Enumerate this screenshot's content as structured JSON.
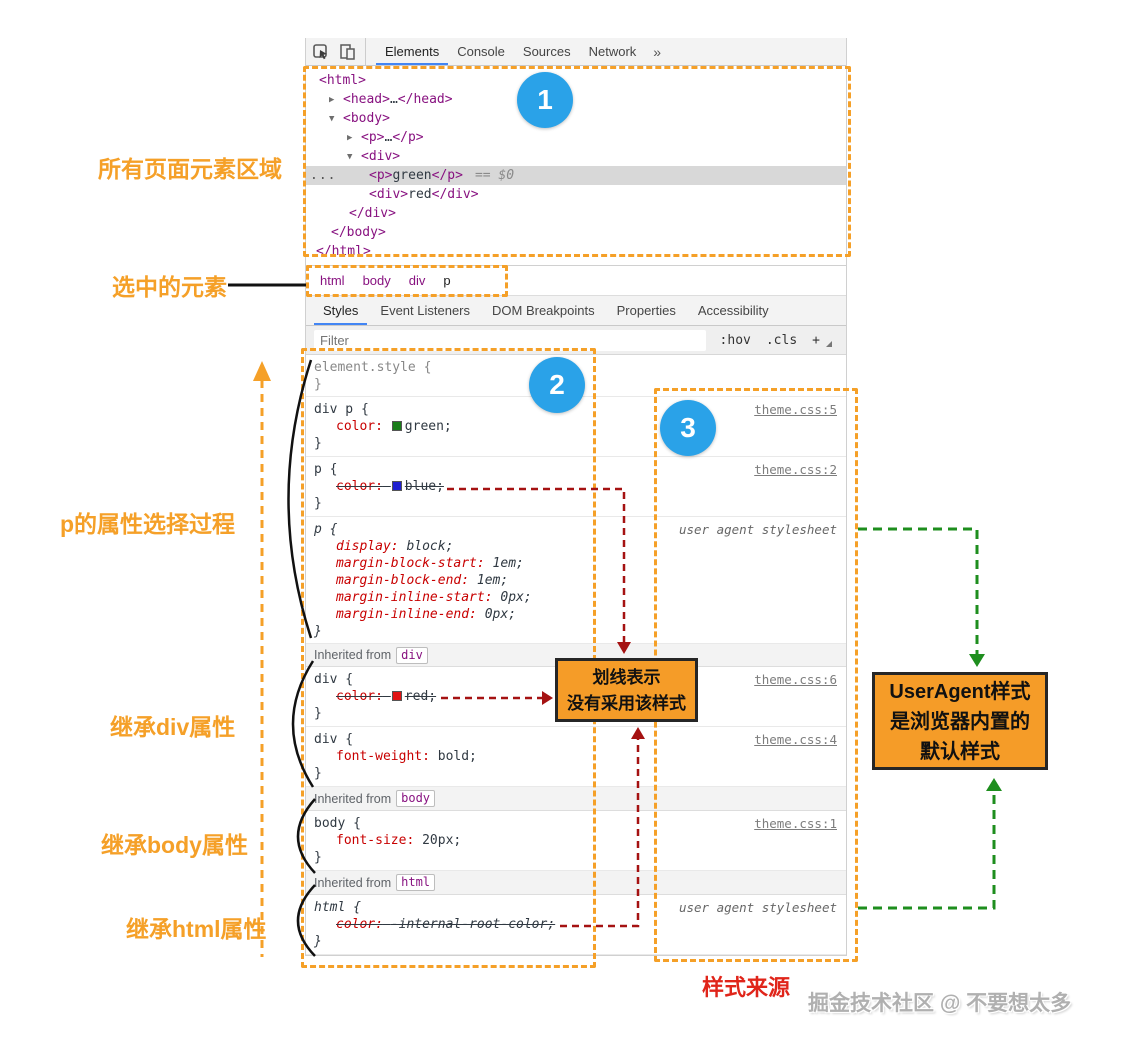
{
  "devtools": {
    "toolbar": {
      "tabs": [
        "Elements",
        "Console",
        "Sources",
        "Network"
      ],
      "active_tab": "Elements",
      "more": "»"
    },
    "elements_tree": {
      "lines": [
        {
          "tokens": [
            {
              "type": "tag",
              "text": "<html>"
            }
          ]
        },
        {
          "arrow": "▶",
          "tokens": [
            {
              "type": "tag",
              "text": "<head>"
            },
            {
              "type": "text",
              "text": "…"
            },
            {
              "type": "tag",
              "text": "</head>"
            }
          ]
        },
        {
          "arrow": "▼",
          "tokens": [
            {
              "type": "tag",
              "text": "<body>"
            }
          ]
        },
        {
          "arrow": "▶",
          "tokens": [
            {
              "type": "tag",
              "text": "<p>"
            },
            {
              "type": "text",
              "text": "…"
            },
            {
              "type": "tag",
              "text": "</p>"
            }
          ]
        },
        {
          "arrow": "▼",
          "tokens": [
            {
              "type": "tag",
              "text": "<div>"
            }
          ]
        },
        {
          "selected": true,
          "gutter": "...",
          "tokens": [
            {
              "type": "tag",
              "text": "<p>"
            },
            {
              "type": "text",
              "text": "green"
            },
            {
              "type": "tag",
              "text": "</p>"
            }
          ],
          "suffix": "== $0"
        },
        {
          "tokens": [
            {
              "type": "tag",
              "text": "<div>"
            },
            {
              "type": "text",
              "text": "red"
            },
            {
              "type": "tag",
              "text": "</div>"
            }
          ]
        },
        {
          "tokens": [
            {
              "type": "tag",
              "text": "</div>"
            }
          ]
        },
        {
          "tokens": [
            {
              "type": "tag",
              "text": "</body>"
            }
          ]
        },
        {
          "tokens": [
            {
              "type": "tag",
              "text": "</html>"
            }
          ]
        }
      ]
    },
    "breadcrumb": [
      "html",
      "body",
      "div",
      "p"
    ],
    "panel_tabs": [
      "Styles",
      "Event Listeners",
      "DOM Breakpoints",
      "Properties",
      "Accessibility"
    ],
    "active_panel_tab": "Styles",
    "filter": {
      "placeholder": "Filter",
      "pseudo": ":hov",
      "classes": ".cls",
      "add": "+"
    },
    "style_blocks": [
      {
        "type": "rule",
        "selector": "element.style",
        "selector_gray": true,
        "decls": []
      },
      {
        "type": "rule",
        "selector": "div p",
        "decls": [
          {
            "prop": "color",
            "value": "green",
            "swatch": "#1a7d1a"
          }
        ],
        "link": "theme.css:5",
        "link_kind": "sheet"
      },
      {
        "type": "rule",
        "selector": "p",
        "decls": [
          {
            "prop": "color",
            "value": "blue",
            "swatch": "#2020d0",
            "struck": true
          }
        ],
        "link": "theme.css:2",
        "link_kind": "sheet"
      },
      {
        "type": "rule",
        "selector": "p",
        "italic": true,
        "decls": [
          {
            "prop": "display",
            "value": "block"
          },
          {
            "prop": "margin-block-start",
            "value": "1em"
          },
          {
            "prop": "margin-block-end",
            "value": "1em"
          },
          {
            "prop": "margin-inline-start",
            "value": "0px"
          },
          {
            "prop": "margin-inline-end",
            "value": "0px"
          }
        ],
        "link": "user agent stylesheet",
        "link_kind": "ua"
      },
      {
        "type": "header",
        "text": "Inherited from",
        "chip": "div"
      },
      {
        "type": "rule",
        "selector": "div",
        "decls": [
          {
            "prop": "color",
            "value": "red",
            "swatch": "#e01414",
            "struck": true
          }
        ],
        "link": "theme.css:6",
        "link_kind": "sheet"
      },
      {
        "type": "rule",
        "selector": "div",
        "decls": [
          {
            "prop": "font-weight",
            "value": "bold"
          }
        ],
        "link": "theme.css:4",
        "link_kind": "sheet"
      },
      {
        "type": "header",
        "text": "Inherited from",
        "chip": "body"
      },
      {
        "type": "rule",
        "selector": "body",
        "decls": [
          {
            "prop": "font-size",
            "value": "20px"
          }
        ],
        "link": "theme.css:1",
        "link_kind": "sheet"
      },
      {
        "type": "header",
        "text": "Inherited from",
        "chip": "html"
      },
      {
        "type": "rule",
        "selector": "html",
        "italic": true,
        "decls": [
          {
            "prop": "color",
            "value": "-internal-root-color",
            "struck": true
          }
        ],
        "link": "user agent stylesheet",
        "link_kind": "ua"
      }
    ]
  },
  "annotations": {
    "badge_1": "1",
    "badge_2": "2",
    "badge_3": "3",
    "elements_region_label": "所有页面元素区域",
    "selected_element_label": "选中的元素",
    "process_label": "p的属性选择过程",
    "inherit_div_label": "继承div属性",
    "inherit_body_label": "继承body属性",
    "inherit_html_label": "继承html属性",
    "strike_note": {
      "line1": "划线表示",
      "line2": "没有采用该样式"
    },
    "ua_note": {
      "line1": "UserAgent样式",
      "line2": "是浏览器内置的",
      "line3": "默认样式"
    },
    "source_label": "样式来源",
    "watermark": "掘金技术社区 @ 不要想太多"
  },
  "colors": {
    "annotation_orange": "#f5a028",
    "badge_blue": "#2aa2e8",
    "arrow_red": "#a51212",
    "arrow_green": "#1e8e1e",
    "source_red": "#e0251a",
    "tag_purple": "#881280",
    "prop_red": "#c80000",
    "accent_blue": "#4285f4",
    "note_orange": "#f59c28"
  }
}
